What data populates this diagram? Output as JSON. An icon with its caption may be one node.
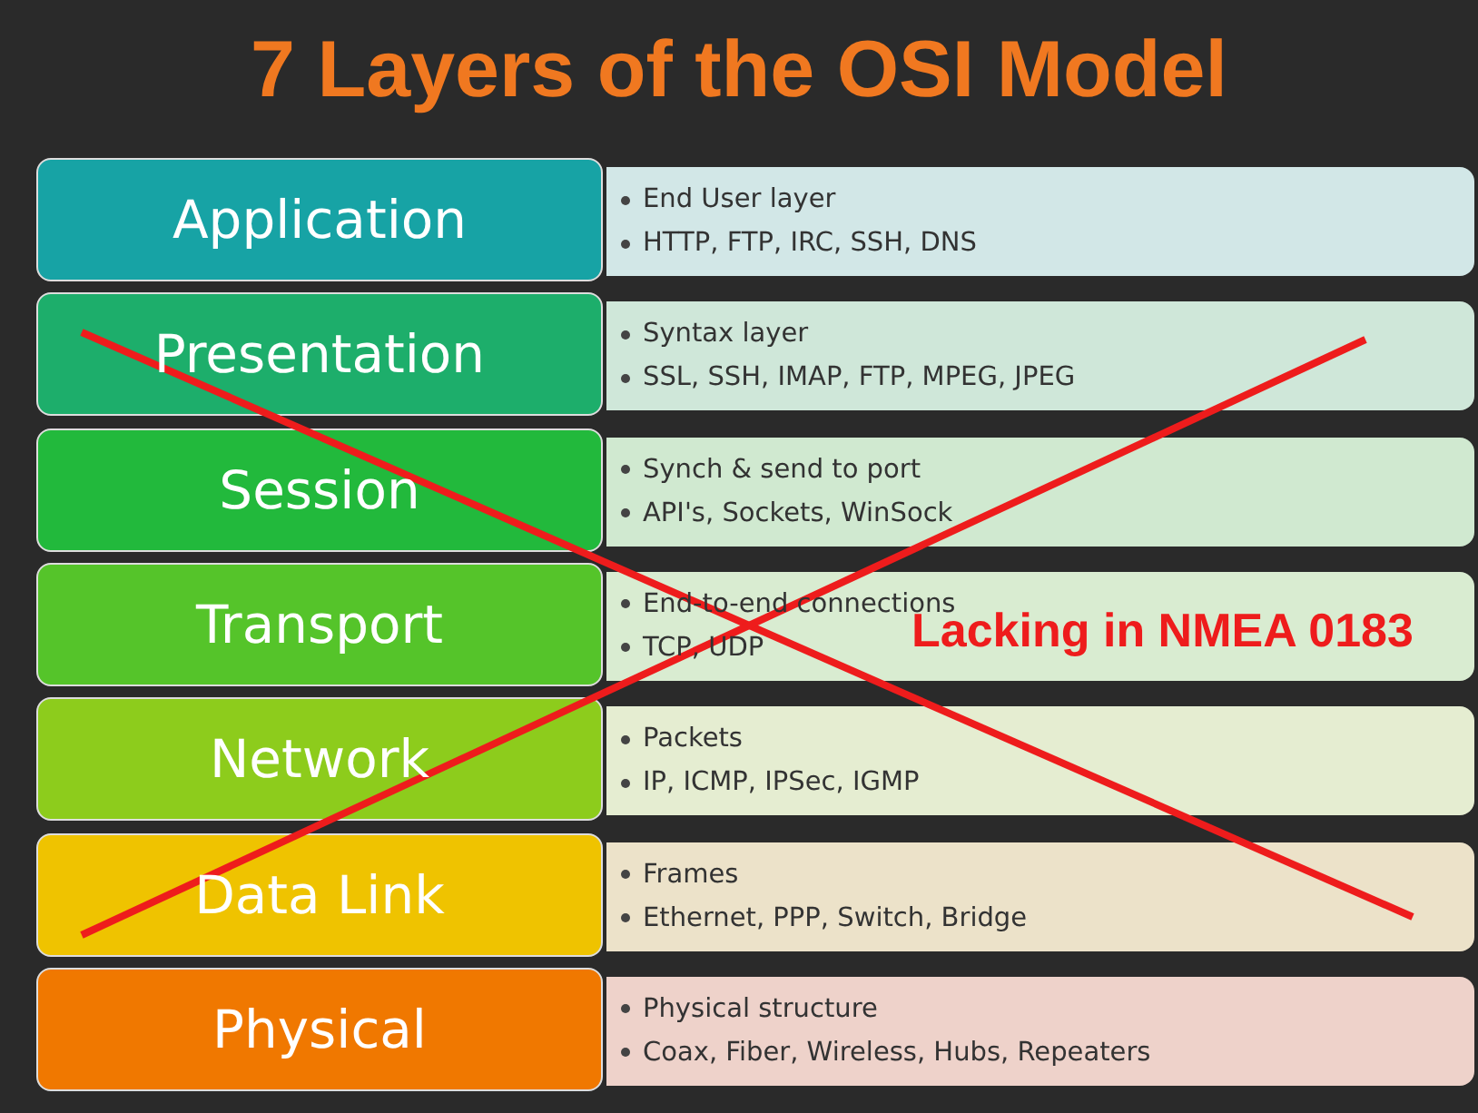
{
  "diagram": {
    "title": "7 Layers of the OSI Model",
    "nodes": [
      {
        "text": [
          "Application"
        ]
      },
      {
        "text": [
          "End User layer",
          "HTTP, FTP, IRC, SSH, DNS"
        ]
      },
      {
        "text": [
          "Presentation"
        ]
      },
      {
        "text": [
          "Syntax layer",
          "SSL, SSH, IMAP, FTP, MPEG, JPEG"
        ]
      },
      {
        "text": [
          "Session"
        ]
      },
      {
        "text": [
          "Synch & send to port",
          "API's, Sockets, WinSock"
        ]
      },
      {
        "text": [
          "Transport"
        ]
      },
      {
        "text": [
          "End-to-end connections",
          "TCP, UDP"
        ]
      },
      {
        "text": [
          "Network"
        ]
      },
      {
        "text": [
          "Packets",
          "IP, ICMP, IPSec, IGMP"
        ]
      },
      {
        "text": [
          "Data Link"
        ]
      },
      {
        "text": [
          "Frames",
          "Ethernet, PPP, Switch, Bridge"
        ]
      },
      {
        "text": [
          "Physical"
        ]
      },
      {
        "text": [
          "Physical structure",
          "Coax, Fiber, Wireless, Hubs, Repeaters"
        ]
      }
    ],
    "edges": [],
    "labels": [
      "Lacking in NMEA 0183"
    ]
  }
}
